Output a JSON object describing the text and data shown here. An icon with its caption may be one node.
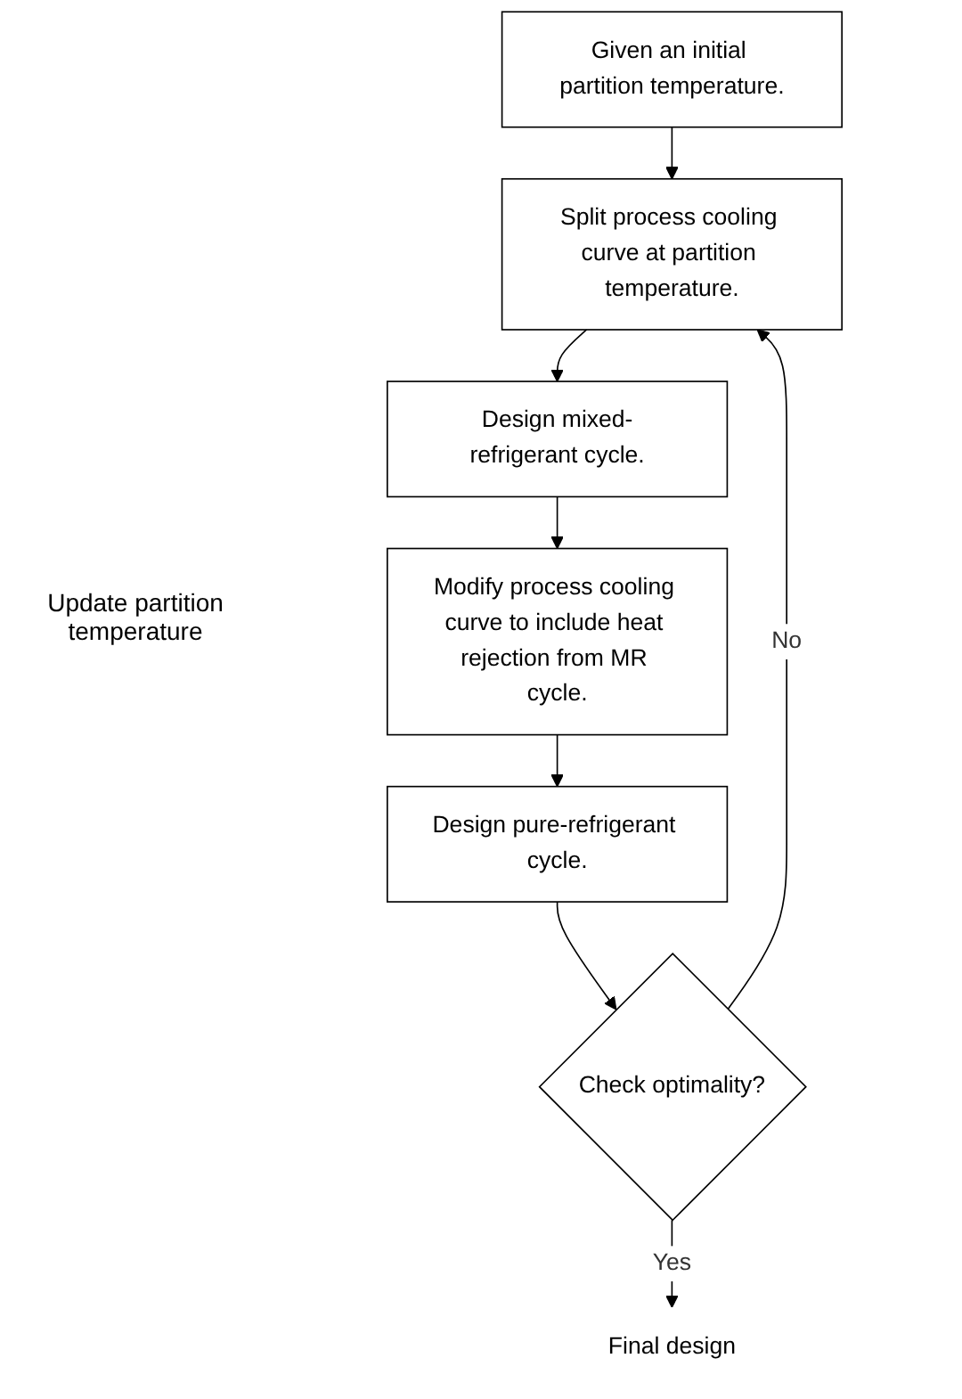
{
  "diagram": {
    "nodes": [
      {
        "text": [
          "Given an initial partition temperature."
        ]
      },
      {
        "text": [
          "Split process cooling curve at partition temperature."
        ]
      },
      {
        "text": [
          "Design mixed-refrigerant cycle."
        ]
      },
      {
        "text": [
          "Modify process cooling curve to include heat rejection from MR cycle."
        ]
      },
      {
        "text": [
          "Design pure-refrigerant cycle."
        ]
      },
      {
        "text": [
          "Check optimality?"
        ]
      },
      {
        "text": [
          "Final design"
        ]
      }
    ],
    "edges": [
      {
        "from": 0,
        "to": 1,
        "arrow": "to"
      },
      {
        "from": 1,
        "to": 2,
        "arrow": "to"
      },
      {
        "from": 2,
        "to": 3,
        "arrow": "to"
      },
      {
        "from": 3,
        "to": 4,
        "arrow": "to"
      },
      {
        "from": 4,
        "to": 5,
        "arrow": "to"
      },
      {
        "from": 5,
        "to": 1,
        "arrow": "to",
        "label": "No"
      },
      {
        "from": 5,
        "to": 6,
        "arrow": "to",
        "label": "Yes"
      }
    ],
    "labels": [
      "Update partition temperature"
    ]
  }
}
